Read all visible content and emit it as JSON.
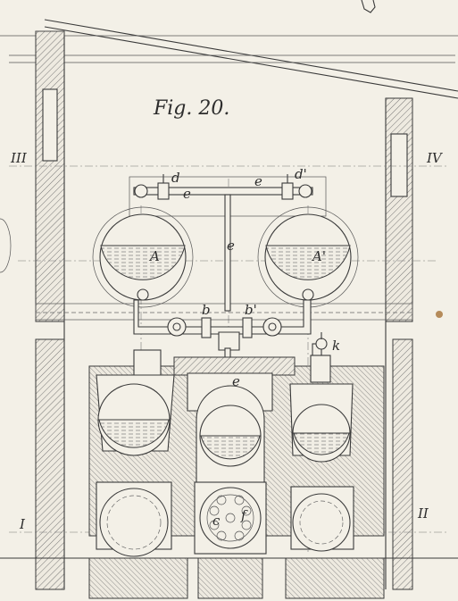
{
  "figure": {
    "title": "Fig. 20.",
    "section_marks": {
      "left_top": "III",
      "right_top": "IV",
      "left_bottom": "I",
      "right_bottom": "II"
    },
    "labels": {
      "d": "d",
      "d_prime": "d'",
      "e_left": "e",
      "e_right": "e",
      "e_mid": "e",
      "e_lower": "e",
      "A": "A",
      "A_prime": "A'",
      "b": "b",
      "b_prime": "b'",
      "k": "k",
      "f": "f",
      "c": "c"
    }
  },
  "colors": {
    "paper": "#f3f0e7",
    "ink": "#3a3a3a"
  }
}
